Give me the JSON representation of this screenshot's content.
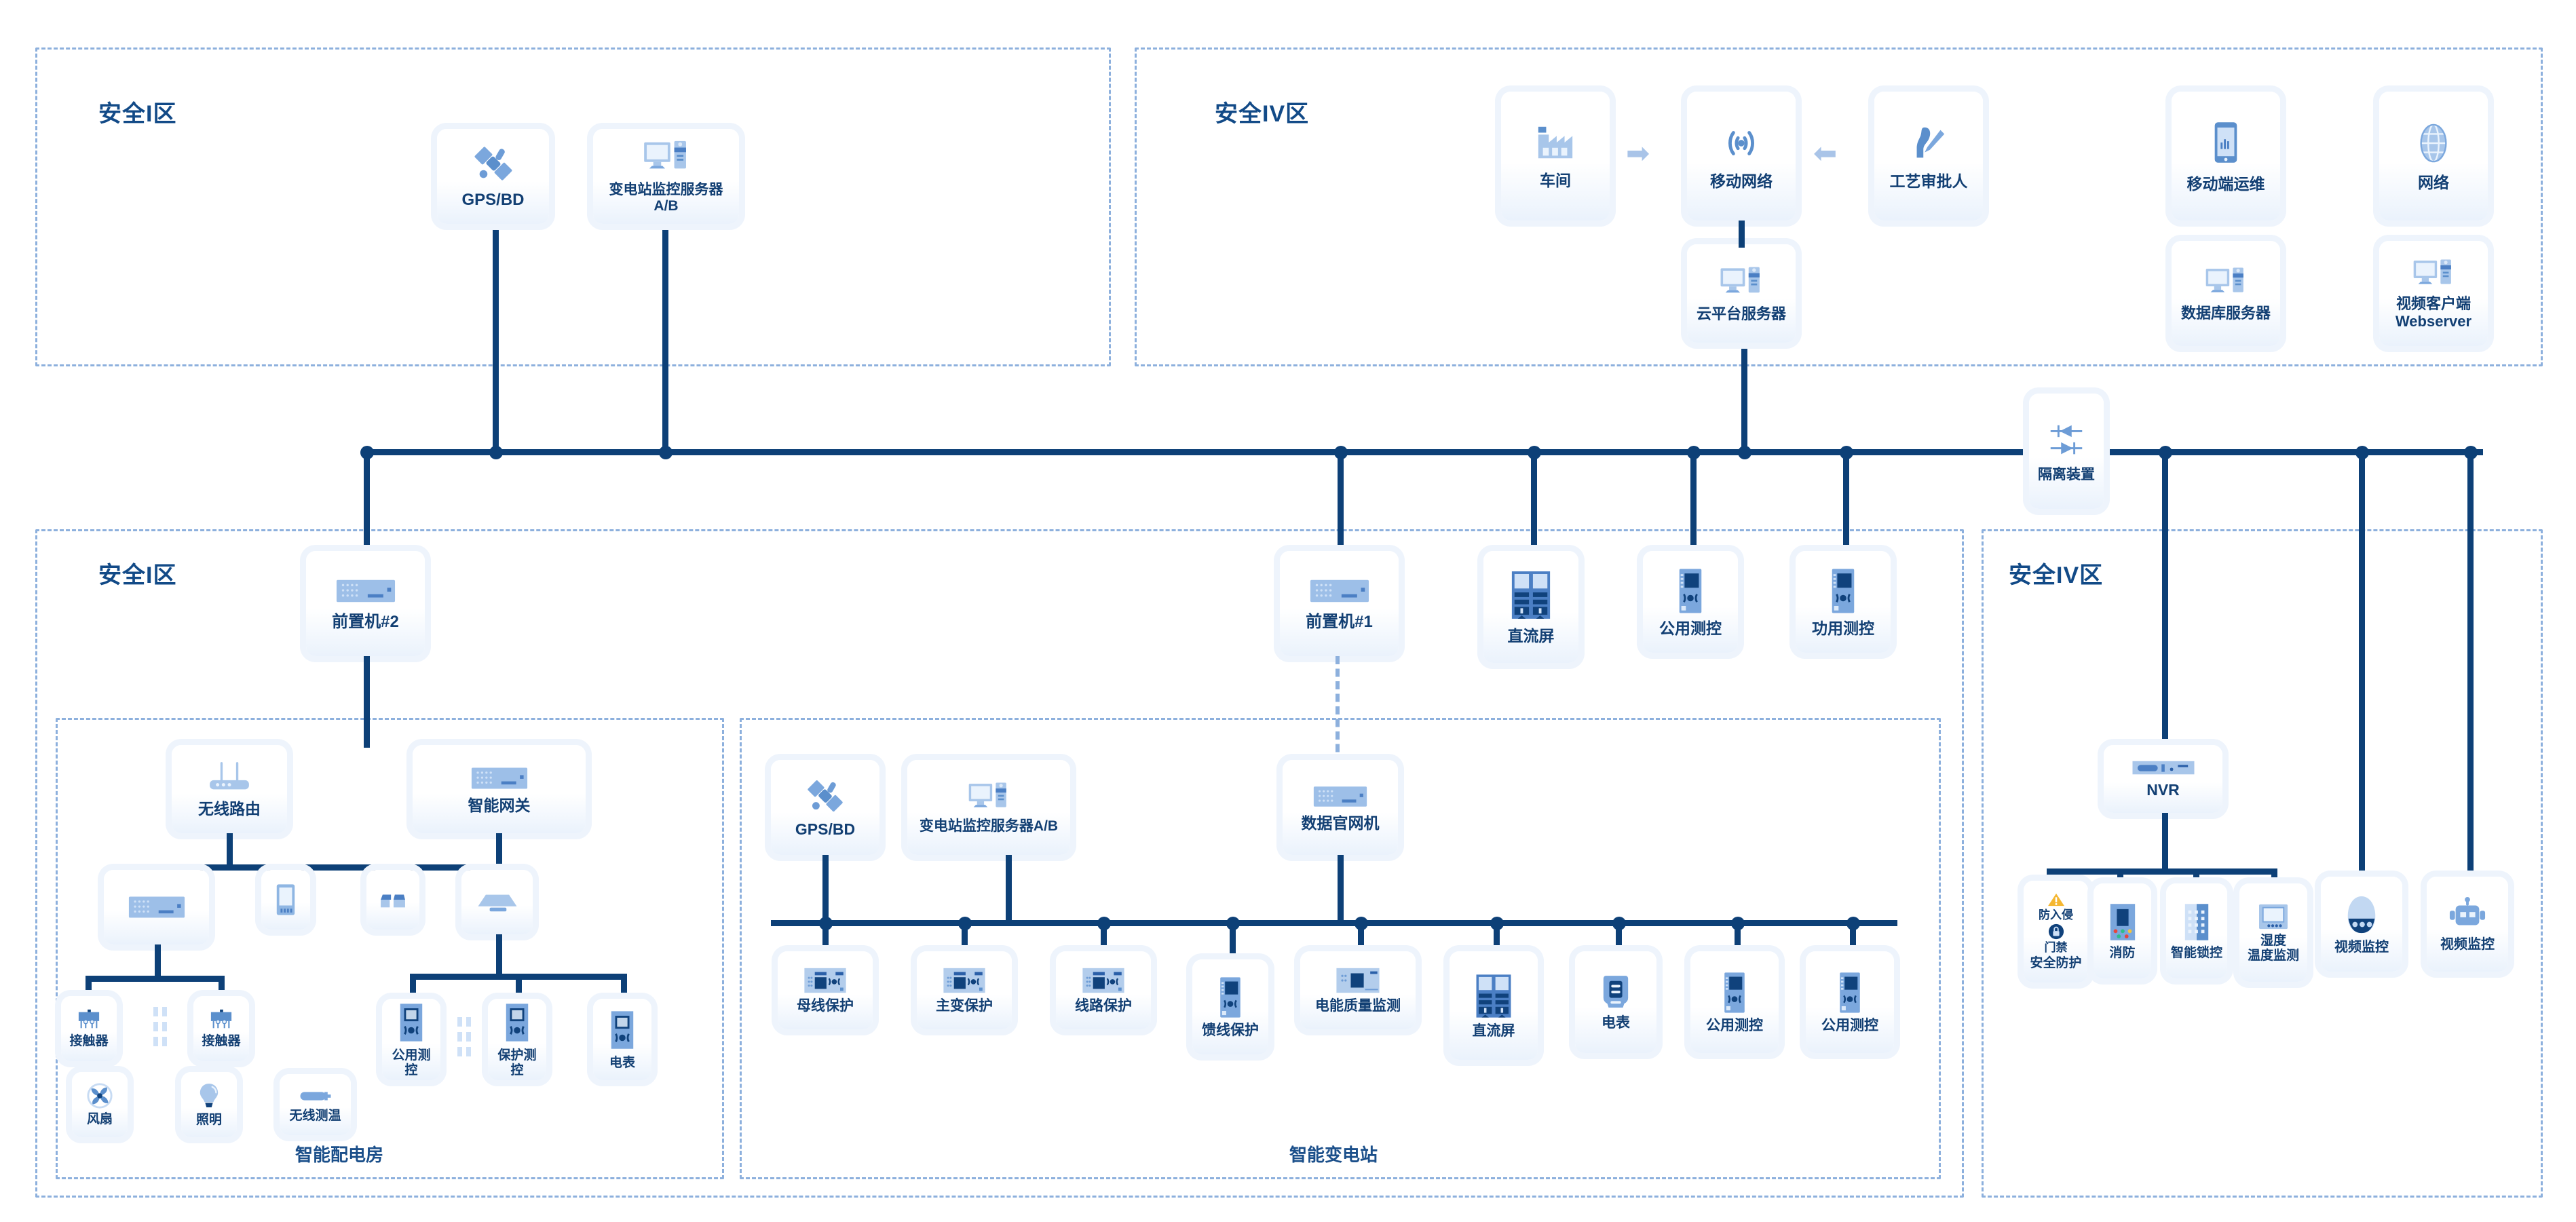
{
  "diagram": {
    "title": "变电站与配电房安全分区网络拓扑图",
    "colors": {
      "wire": "#0d4077",
      "zone_border": "#8db0dd",
      "label": "#123f73",
      "icon_light": "#a8c6ea",
      "icon_dark": "#10427c",
      "card_bg": "#eef4fc"
    }
  },
  "zones": {
    "top_left": {
      "title": "安全I区"
    },
    "top_right": {
      "title": "安全IV区"
    },
    "bottom_left": {
      "title": "安全I区"
    },
    "bottom_right": {
      "title": "安全IV区"
    },
    "inner_power_room": {
      "caption": "智能配电房"
    },
    "inner_substation": {
      "caption": "智能变电站"
    }
  },
  "nodes": {
    "tl_gps": {
      "label": "GPS/BD",
      "icon": "satellite-icon"
    },
    "tl_server": {
      "label": "变电站监控服务器A/B",
      "icon": "desktop-server-icon"
    },
    "tr_workshop": {
      "label": "车间",
      "icon": "factory-icon"
    },
    "tr_mobile_net": {
      "label": "移动网络",
      "icon": "wireless-signal-icon"
    },
    "tr_approver": {
      "label": "工艺审批人",
      "icon": "person-pen-icon"
    },
    "tr_cloud": {
      "label": "云平台服务器",
      "icon": "desktop-server-icon"
    },
    "tr_mobile_ops": {
      "label": "移动端运维",
      "icon": "smartphone-icon"
    },
    "tr_network": {
      "label": "网络",
      "icon": "globe-icon"
    },
    "tr_db": {
      "label": "数据库服务器",
      "icon": "desktop-server-icon"
    },
    "tr_video_web": {
      "label": "视频客户端\nWebserver",
      "icon": "desktop-server-icon"
    },
    "isolator": {
      "label": "隔离装置",
      "icon": "diode-isolator-icon"
    },
    "front_machine_2": {
      "label": "前置机#2",
      "icon": "rack-server-icon"
    },
    "front_machine_1": {
      "label": "前置机#1",
      "icon": "rack-server-icon"
    },
    "mid_dc_panel": {
      "label": "直流屏",
      "icon": "dc-cabinet-icon"
    },
    "mid_public_mc": {
      "label": "公用测控",
      "icon": "measure-control-icon"
    },
    "mid_func_mc": {
      "label": "功用测控",
      "icon": "measure-control-icon"
    },
    "pr_router": {
      "label": "无线路由",
      "icon": "wifi-router-icon"
    },
    "pr_gateway": {
      "label": "智能网关",
      "icon": "rack-server-icon"
    },
    "pr_switch": {
      "label": "",
      "icon": "rack-server-icon"
    },
    "pr_panel": {
      "label": "",
      "icon": "tablet-panel-icon"
    },
    "pr_module": {
      "label": "",
      "icon": "module-block-icon"
    },
    "pr_hub": {
      "label": "",
      "icon": "flat-hub-icon"
    },
    "pr_contactor_a": {
      "label": "接触器",
      "icon": "contactor-icon"
    },
    "pr_contactor_b": {
      "label": "接触器",
      "icon": "contactor-icon"
    },
    "pr_fan": {
      "label": "风扇",
      "icon": "fan-icon"
    },
    "pr_light": {
      "label": "照明",
      "icon": "bulb-icon"
    },
    "pr_temp": {
      "label": "无线测温",
      "icon": "wireless-temp-icon"
    },
    "pr_public_mc": {
      "label": "公用测控",
      "icon": "meter-device-icon"
    },
    "pr_protect_mc": {
      "label": "保护测控",
      "icon": "meter-device-icon"
    },
    "pr_meter": {
      "label": "电表",
      "icon": "meter-device-icon"
    },
    "ss_gps": {
      "label": "GPS/BD",
      "icon": "satellite-icon"
    },
    "ss_server": {
      "label": "变电站监控服务器A/B",
      "icon": "desktop-server-icon"
    },
    "ss_data_gw": {
      "label": "数据官网机",
      "icon": "rack-server-icon"
    },
    "ss_bus_prot": {
      "label": "母线保护",
      "icon": "protection-relay-icon"
    },
    "ss_main_prot": {
      "label": "主变保护",
      "icon": "protection-relay-icon"
    },
    "ss_line_prot": {
      "label": "线路保护",
      "icon": "protection-relay-icon"
    },
    "ss_feeder_prot": {
      "label": "馈线保护",
      "icon": "measure-control-icon"
    },
    "ss_power_quality": {
      "label": "电能质量监测",
      "icon": "quality-monitor-icon"
    },
    "ss_dc_panel": {
      "label": "直流屏",
      "icon": "dc-cabinet-icon"
    },
    "ss_meter": {
      "label": "电表",
      "icon": "electric-meter-icon"
    },
    "ss_public_mc1": {
      "label": "公用测控",
      "icon": "measure-control-icon"
    },
    "ss_public_mc2": {
      "label": "公用测控",
      "icon": "measure-control-icon"
    },
    "nvr": {
      "label": "NVR",
      "icon": "nvr-icon"
    },
    "sec_guard": {
      "label": "安全防护",
      "icon": "security-shield-icon",
      "sub_top": "防入侵",
      "sub_bottom": "门禁"
    },
    "sec_fire": {
      "label": "消防",
      "icon": "fire-panel-icon"
    },
    "sec_lock": {
      "label": "智能锁控",
      "icon": "smart-lock-icon"
    },
    "sec_humid": {
      "label": "湿度\n温度监测",
      "icon": "humidity-monitor-icon"
    },
    "sec_video1": {
      "label": "视频监控",
      "icon": "dome-camera-icon"
    },
    "sec_video2": {
      "label": "视频监控",
      "icon": "robot-camera-icon"
    }
  }
}
